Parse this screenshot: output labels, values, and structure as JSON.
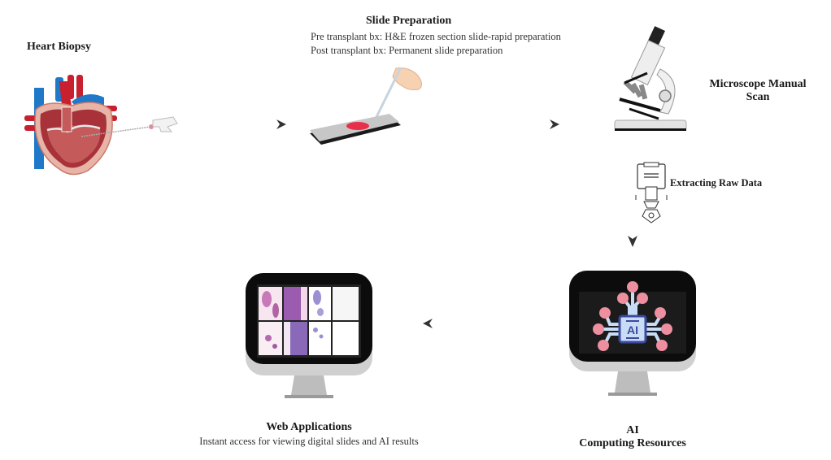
{
  "nodes": {
    "heart_biopsy": {
      "title": "Heart Biopsy"
    },
    "slide_preparation": {
      "title": "Slide Preparation",
      "lines": [
        "Pre transplant bx: H&E frozen section slide-rapid preparation",
        "Post transplant bx: Permanent slide preparation"
      ]
    },
    "microscope": {
      "title_line1": "Microscope Manual",
      "title_line2": "Scan"
    },
    "extracting": {
      "label": "Extracting Raw Data"
    },
    "ai": {
      "title_line1": "AI",
      "title_line2": "Computing Resources",
      "chip_label": "AI"
    },
    "web_apps": {
      "title": "Web Applications",
      "subtitle": "Instant access for viewing digital slides and AI results"
    }
  },
  "colors": {
    "heart_red": "#c8202e",
    "heart_blue": "#1f78c8",
    "tissue_pink": "#e8304a",
    "node_pink": "#ee8fa0",
    "chip_blue": "#3b4aa0",
    "chip_fill": "#c9dcf5",
    "arrow": "#333333",
    "monitor_black": "#0c0c0c",
    "stain_purple": "#9a5bb0"
  },
  "edges": [
    {
      "from": "heart_biopsy",
      "to": "slide_preparation"
    },
    {
      "from": "slide_preparation",
      "to": "microscope"
    },
    {
      "from": "microscope",
      "to": "ai"
    },
    {
      "from": "ai",
      "to": "web_apps"
    }
  ]
}
